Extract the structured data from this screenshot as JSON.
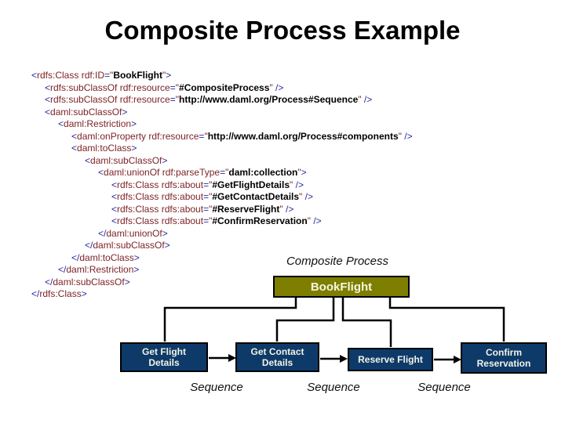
{
  "slide": {
    "title": "Composite Process Example"
  },
  "colors": {
    "code_tag": "#7B1F24",
    "code_punct": "#2A2A9E",
    "code_value": "#000000",
    "title_text": "#000000"
  },
  "code": {
    "lines": [
      {
        "indent": 0,
        "segments": [
          {
            "t": "p",
            "x": "<"
          },
          {
            "t": "n",
            "x": "rdfs:Class rdf:ID"
          },
          {
            "t": "p",
            "x": "="
          },
          {
            "t": "n",
            "x": "\""
          },
          {
            "t": "v",
            "x": "BookFlight"
          },
          {
            "t": "n",
            "x": "\""
          },
          {
            "t": "p",
            "x": ">"
          }
        ]
      },
      {
        "indent": 1,
        "segments": [
          {
            "t": "p",
            "x": "<"
          },
          {
            "t": "n",
            "x": "rdfs:subClassOf rdf:resource"
          },
          {
            "t": "p",
            "x": "="
          },
          {
            "t": "n",
            "x": "\""
          },
          {
            "t": "v",
            "x": "#CompositeProcess"
          },
          {
            "t": "n",
            "x": "\" "
          },
          {
            "t": "p",
            "x": "/>"
          }
        ]
      },
      {
        "indent": 1,
        "segments": [
          {
            "t": "p",
            "x": "<"
          },
          {
            "t": "n",
            "x": "rdfs:subClassOf rdf:resource"
          },
          {
            "t": "p",
            "x": "="
          },
          {
            "t": "n",
            "x": "\""
          },
          {
            "t": "v",
            "x": "http://www.daml.org/Process#Sequence"
          },
          {
            "t": "n",
            "x": "\" "
          },
          {
            "t": "p",
            "x": "/>"
          }
        ]
      },
      {
        "indent": 1,
        "segments": [
          {
            "t": "p",
            "x": "<"
          },
          {
            "t": "n",
            "x": "daml:subClassOf"
          },
          {
            "t": "p",
            "x": ">"
          }
        ]
      },
      {
        "indent": 2,
        "segments": [
          {
            "t": "p",
            "x": "<"
          },
          {
            "t": "n",
            "x": "daml:Restriction"
          },
          {
            "t": "p",
            "x": ">"
          }
        ]
      },
      {
        "indent": 3,
        "segments": [
          {
            "t": "p",
            "x": "<"
          },
          {
            "t": "n",
            "x": "daml:onProperty rdf:resource"
          },
          {
            "t": "p",
            "x": "="
          },
          {
            "t": "n",
            "x": "\""
          },
          {
            "t": "v",
            "x": "http://www.daml.org/Process#components"
          },
          {
            "t": "n",
            "x": "\" "
          },
          {
            "t": "p",
            "x": "/>"
          }
        ]
      },
      {
        "indent": 3,
        "segments": [
          {
            "t": "p",
            "x": "<"
          },
          {
            "t": "n",
            "x": "daml:toClass"
          },
          {
            "t": "p",
            "x": ">"
          }
        ]
      },
      {
        "indent": 4,
        "segments": [
          {
            "t": "p",
            "x": "<"
          },
          {
            "t": "n",
            "x": "daml:subClassOf"
          },
          {
            "t": "p",
            "x": ">"
          }
        ]
      },
      {
        "indent": 5,
        "segments": [
          {
            "t": "p",
            "x": "<"
          },
          {
            "t": "n",
            "x": "daml:unionOf rdf:parseType"
          },
          {
            "t": "p",
            "x": "="
          },
          {
            "t": "n",
            "x": "\""
          },
          {
            "t": "v",
            "x": "daml:collection"
          },
          {
            "t": "n",
            "x": "\""
          },
          {
            "t": "p",
            "x": ">"
          }
        ]
      },
      {
        "indent": 6,
        "segments": [
          {
            "t": "p",
            "x": "<"
          },
          {
            "t": "n",
            "x": "rdfs:Class rdfs:about"
          },
          {
            "t": "p",
            "x": "="
          },
          {
            "t": "n",
            "x": "\""
          },
          {
            "t": "v",
            "x": "#GetFlightDetails"
          },
          {
            "t": "n",
            "x": "\" "
          },
          {
            "t": "p",
            "x": "/>"
          }
        ]
      },
      {
        "indent": 6,
        "segments": [
          {
            "t": "p",
            "x": "<"
          },
          {
            "t": "n",
            "x": "rdfs:Class rdfs:about"
          },
          {
            "t": "p",
            "x": "="
          },
          {
            "t": "n",
            "x": "\""
          },
          {
            "t": "v",
            "x": "#GetContactDetails"
          },
          {
            "t": "n",
            "x": "\" "
          },
          {
            "t": "p",
            "x": "/>"
          }
        ]
      },
      {
        "indent": 6,
        "segments": [
          {
            "t": "p",
            "x": "<"
          },
          {
            "t": "n",
            "x": "rdfs:Class rdfs:about"
          },
          {
            "t": "p",
            "x": "="
          },
          {
            "t": "n",
            "x": "\""
          },
          {
            "t": "v",
            "x": "#ReserveFlight"
          },
          {
            "t": "n",
            "x": "\" "
          },
          {
            "t": "p",
            "x": "/>"
          }
        ]
      },
      {
        "indent": 6,
        "segments": [
          {
            "t": "p",
            "x": "<"
          },
          {
            "t": "n",
            "x": "rdfs:Class rdfs:about"
          },
          {
            "t": "p",
            "x": "="
          },
          {
            "t": "n",
            "x": "\""
          },
          {
            "t": "v",
            "x": "#ConfirmReservation"
          },
          {
            "t": "n",
            "x": "\" "
          },
          {
            "t": "p",
            "x": "/>"
          }
        ]
      },
      {
        "indent": 5,
        "segments": [
          {
            "t": "p",
            "x": "</"
          },
          {
            "t": "n",
            "x": "daml:unionOf"
          },
          {
            "t": "p",
            "x": ">"
          }
        ]
      },
      {
        "indent": 4,
        "segments": [
          {
            "t": "p",
            "x": "</"
          },
          {
            "t": "n",
            "x": "daml:subClassOf"
          },
          {
            "t": "p",
            "x": ">"
          }
        ]
      },
      {
        "indent": 3,
        "segments": [
          {
            "t": "p",
            "x": "</"
          },
          {
            "t": "n",
            "x": "daml:toClass"
          },
          {
            "t": "p",
            "x": ">"
          }
        ]
      },
      {
        "indent": 2,
        "segments": [
          {
            "t": "p",
            "x": "</"
          },
          {
            "t": "n",
            "x": "daml:Restriction"
          },
          {
            "t": "p",
            "x": ">"
          }
        ]
      },
      {
        "indent": 1,
        "segments": [
          {
            "t": "p",
            "x": "</"
          },
          {
            "t": "n",
            "x": "daml:subClassOf"
          },
          {
            "t": "p",
            "x": ">"
          }
        ]
      },
      {
        "indent": 0,
        "segments": [
          {
            "t": "p",
            "x": "</"
          },
          {
            "t": "n",
            "x": "rdfs:Class"
          },
          {
            "t": "p",
            "x": ">"
          }
        ]
      }
    ]
  },
  "diagram": {
    "composite_process_label": "Composite Process",
    "root_box": {
      "label": "BookFlight",
      "fill": "#7E7E00"
    },
    "box_fill": "#0D3A69",
    "box_text_color": "#F3F3E6",
    "process_boxes": [
      {
        "label_lines": [
          "Get Flight",
          "Details"
        ]
      },
      {
        "label_lines": [
          "Get Contact",
          "Details"
        ]
      },
      {
        "label_lines": [
          "Reserve Flight"
        ]
      },
      {
        "label_lines": [
          "Confirm",
          "Reservation"
        ]
      }
    ],
    "sequence_labels": [
      "Sequence",
      "Sequence",
      "Sequence"
    ]
  }
}
